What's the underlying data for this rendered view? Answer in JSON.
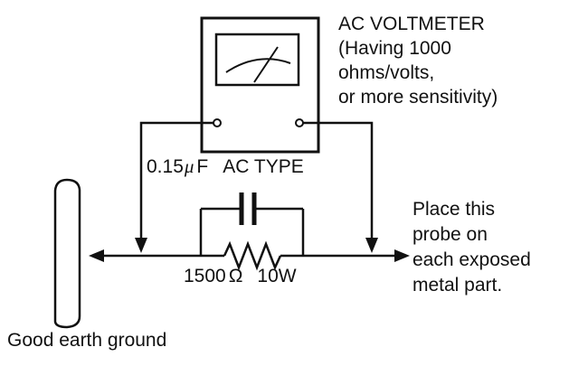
{
  "labels": {
    "voltmeter": [
      "AC VOLTMETER",
      "(Having 1000",
      "ohms/volts,",
      "or more sensitivity)"
    ],
    "capacitor": {
      "value": "0.15",
      "mu": "μ",
      "unit": "F",
      "type": "AC TYPE"
    },
    "resistor": {
      "value": "1500",
      "omega": "Ω",
      "power": "10W"
    },
    "ground": "Good earth ground",
    "probe": [
      "Place this",
      "probe on",
      "each exposed",
      "metal part."
    ]
  },
  "colors": {
    "ink": "#111111",
    "background": "#ffffff"
  }
}
